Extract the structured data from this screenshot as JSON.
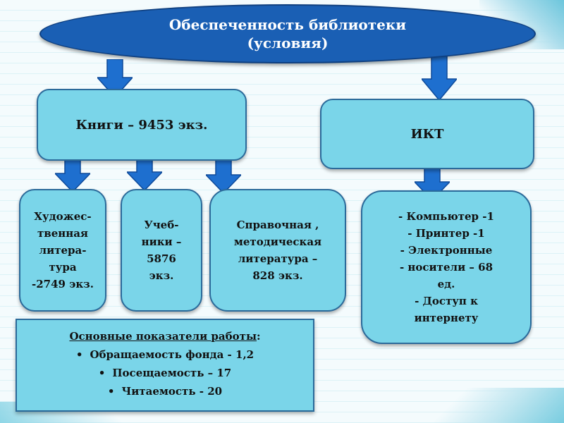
{
  "title": {
    "line1": "Обеспеченность библиотеки",
    "line2": "(условия)"
  },
  "books": {
    "label": "Книги – 9453 экз."
  },
  "ikt": {
    "label": "ИКТ"
  },
  "fiction": {
    "lines": [
      "Художес-",
      "твенная",
      "литера-",
      "тура",
      "-2749 экз."
    ]
  },
  "textbooks": {
    "lines": [
      "Учеб-",
      "ники –",
      "5876",
      "экз."
    ]
  },
  "reference": {
    "lines": [
      "Справочная ,",
      "методическая",
      "литература –",
      "828 экз."
    ]
  },
  "ict_items": [
    "Компьютер -1",
    "Принтер -1",
    "Электронные",
    "носители – 68",
    "ед.",
    "Доступ к",
    "интернету"
  ],
  "stats": {
    "heading": "Основные  показатели работы",
    "items": [
      "Обращаемость фонда - 1,2",
      "Посещаемость – 17",
      "Читаемость - 20"
    ]
  },
  "colors": {
    "title_fill": "#1a5fb4",
    "box_fill": "#7ad5e9",
    "arrow_fill": "#1e6fcf"
  }
}
